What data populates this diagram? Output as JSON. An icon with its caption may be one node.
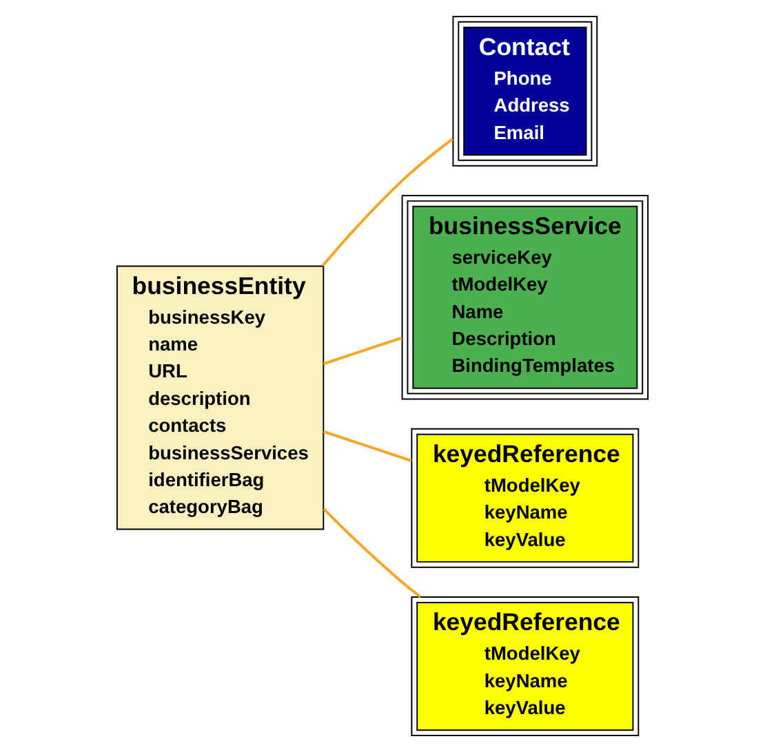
{
  "diagram": {
    "nodes": [
      {
        "text": [
          "businessEntity",
          "businessKey",
          "name",
          "URL",
          "description",
          "contacts",
          "businessServices",
          "identifierBag",
          "categoryBag"
        ]
      },
      {
        "text": [
          "Contact",
          "Phone",
          "Address",
          "Email"
        ]
      },
      {
        "text": [
          "businessService",
          "serviceKey",
          "tModelKey",
          "Name",
          "Description",
          "BindingTemplates"
        ]
      },
      {
        "text": [
          "keyedReference",
          "tModelKey",
          "keyName",
          "keyValue"
        ]
      },
      {
        "text": [
          "keyedReference",
          "tModelKey",
          "keyName",
          "keyValue"
        ]
      }
    ],
    "edges": [
      {
        "from": 0,
        "to": 1,
        "arrow": "none"
      },
      {
        "from": 0,
        "to": 2,
        "arrow": "none"
      },
      {
        "from": 0,
        "to": 3,
        "arrow": "none"
      },
      {
        "from": 0,
        "to": 4,
        "arrow": "none"
      }
    ]
  }
}
